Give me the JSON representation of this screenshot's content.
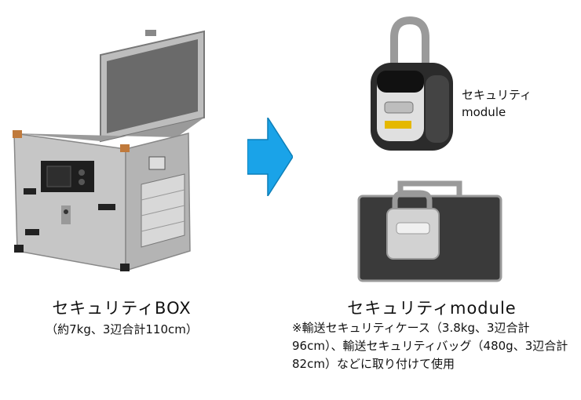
{
  "left_caption": {
    "title": "セキュリティBOX",
    "subtitle": "（約7kg、3辺合計110cm）"
  },
  "right_caption": {
    "title": "セキュリティmodule",
    "note": "※輸送セキュリティケース（3.8kg、3辺合計96cm）、輸送セキュリティバッグ（480g、3辺合計82cm）などに取り付けて使用"
  },
  "module_label": {
    "line1": "セキュリティ",
    "line2": "module"
  },
  "colors": {
    "arrow": "#1aa3e8",
    "bag": "#3a3a3a",
    "box_frame": "#c9c9c9",
    "module_body": "#2b2b2b"
  }
}
